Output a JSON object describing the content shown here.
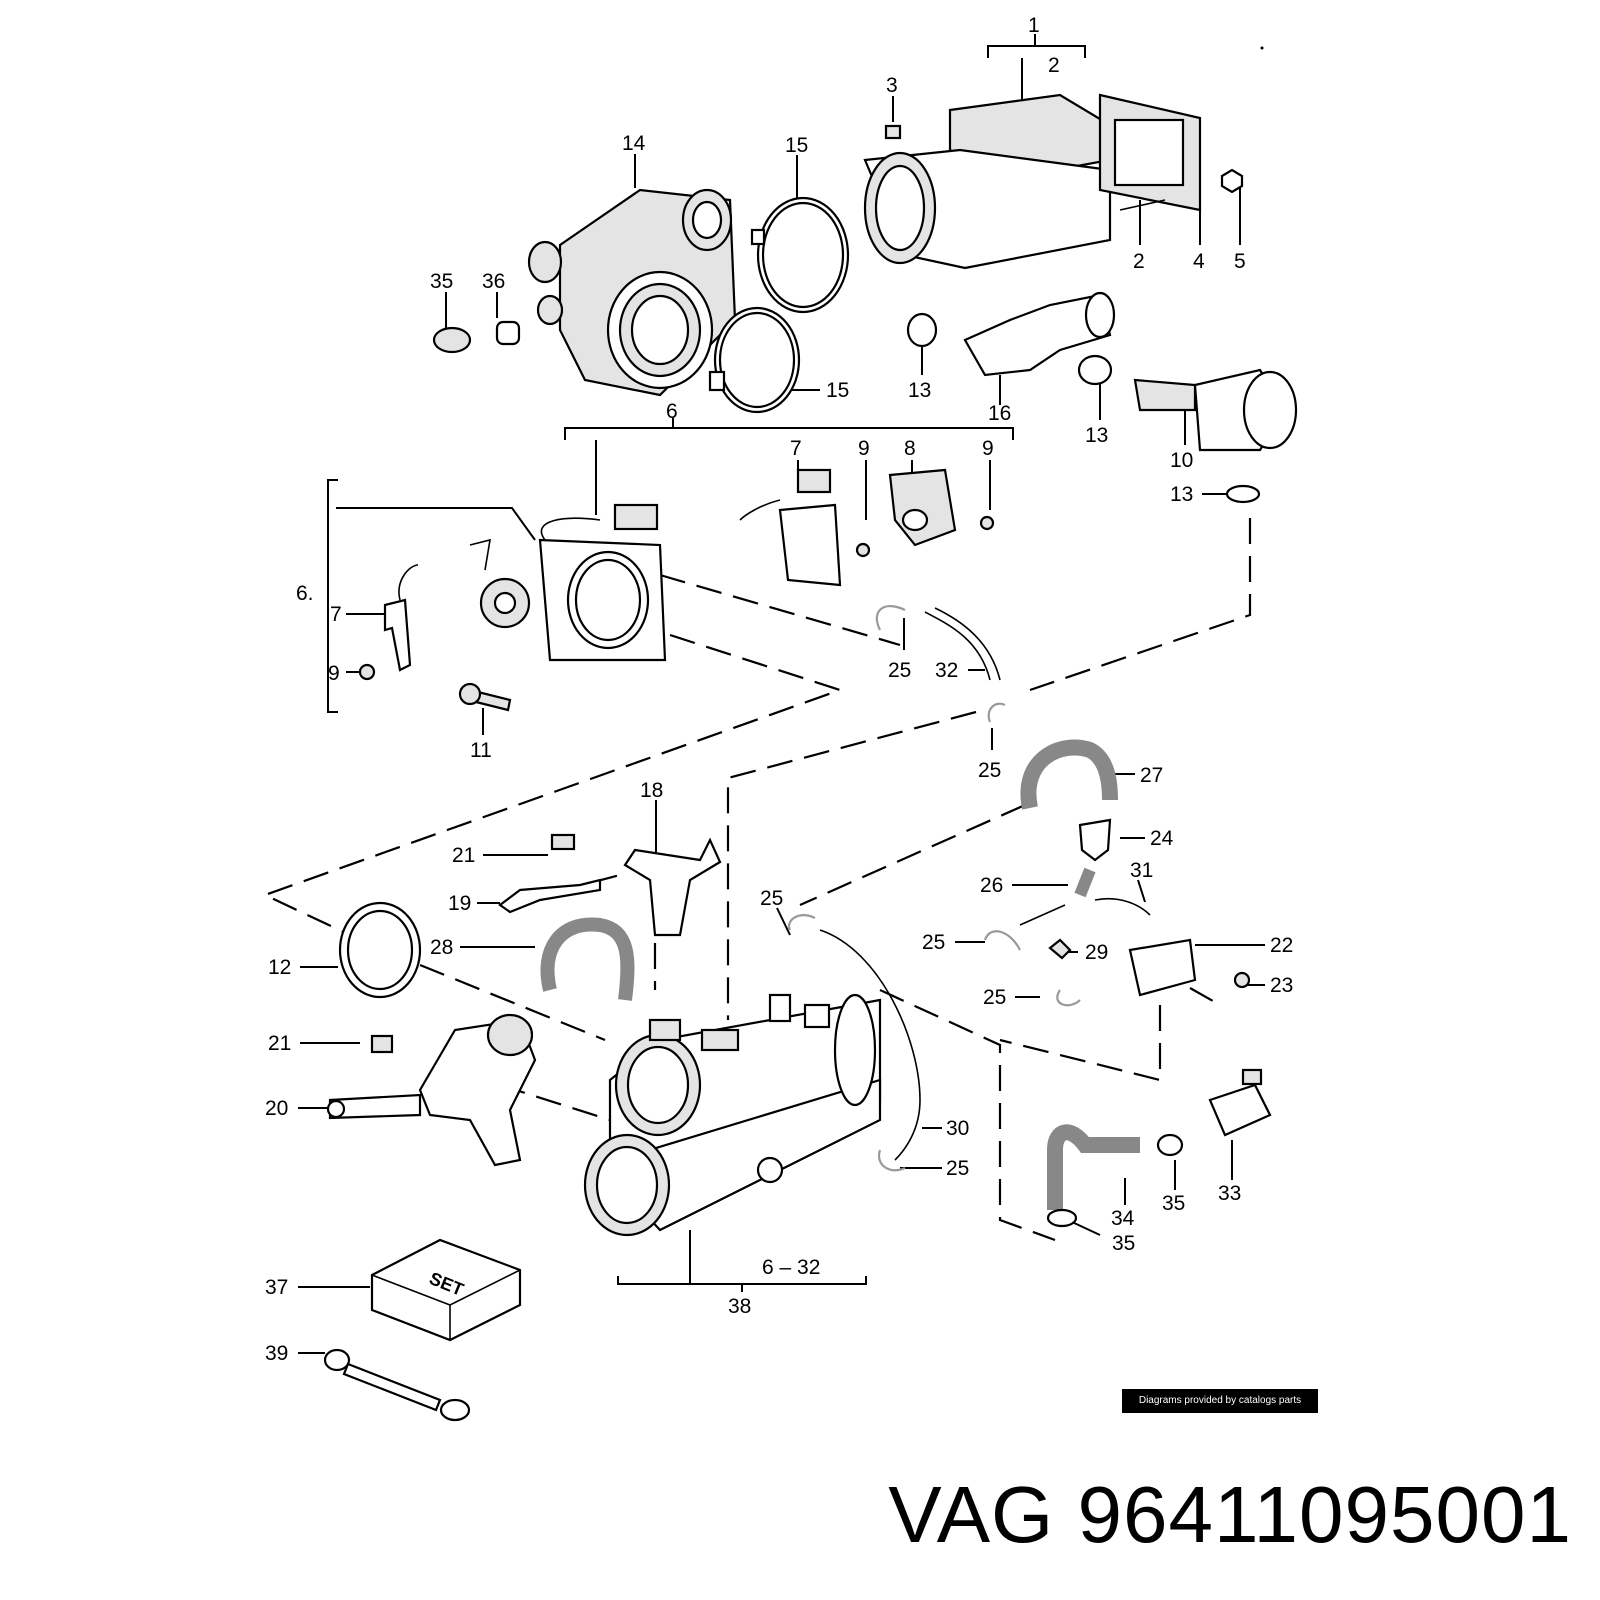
{
  "diagram": {
    "labels": [
      "1",
      "2",
      "3",
      "14",
      "15",
      "2",
      "4",
      "5",
      "35",
      "36",
      "15",
      "13",
      "16",
      "13",
      "10",
      "6",
      "7",
      "9",
      "8",
      "9",
      "13",
      "6.",
      "7",
      "9",
      "25",
      "32",
      "11",
      "25",
      "27",
      "18",
      "21",
      "24",
      "26",
      "31",
      "19",
      "25",
      "28",
      "25",
      "22",
      "12",
      "29",
      "23",
      "25",
      "21",
      "30",
      "20",
      "25",
      "33",
      "34",
      "35",
      "35",
      "37",
      "38",
      "6 – 32",
      "39"
    ],
    "set_text": "SET"
  },
  "credit": "Diagrams provided by catalogs parts",
  "brand": {
    "make": "VAG",
    "part_number": "96411095001"
  }
}
